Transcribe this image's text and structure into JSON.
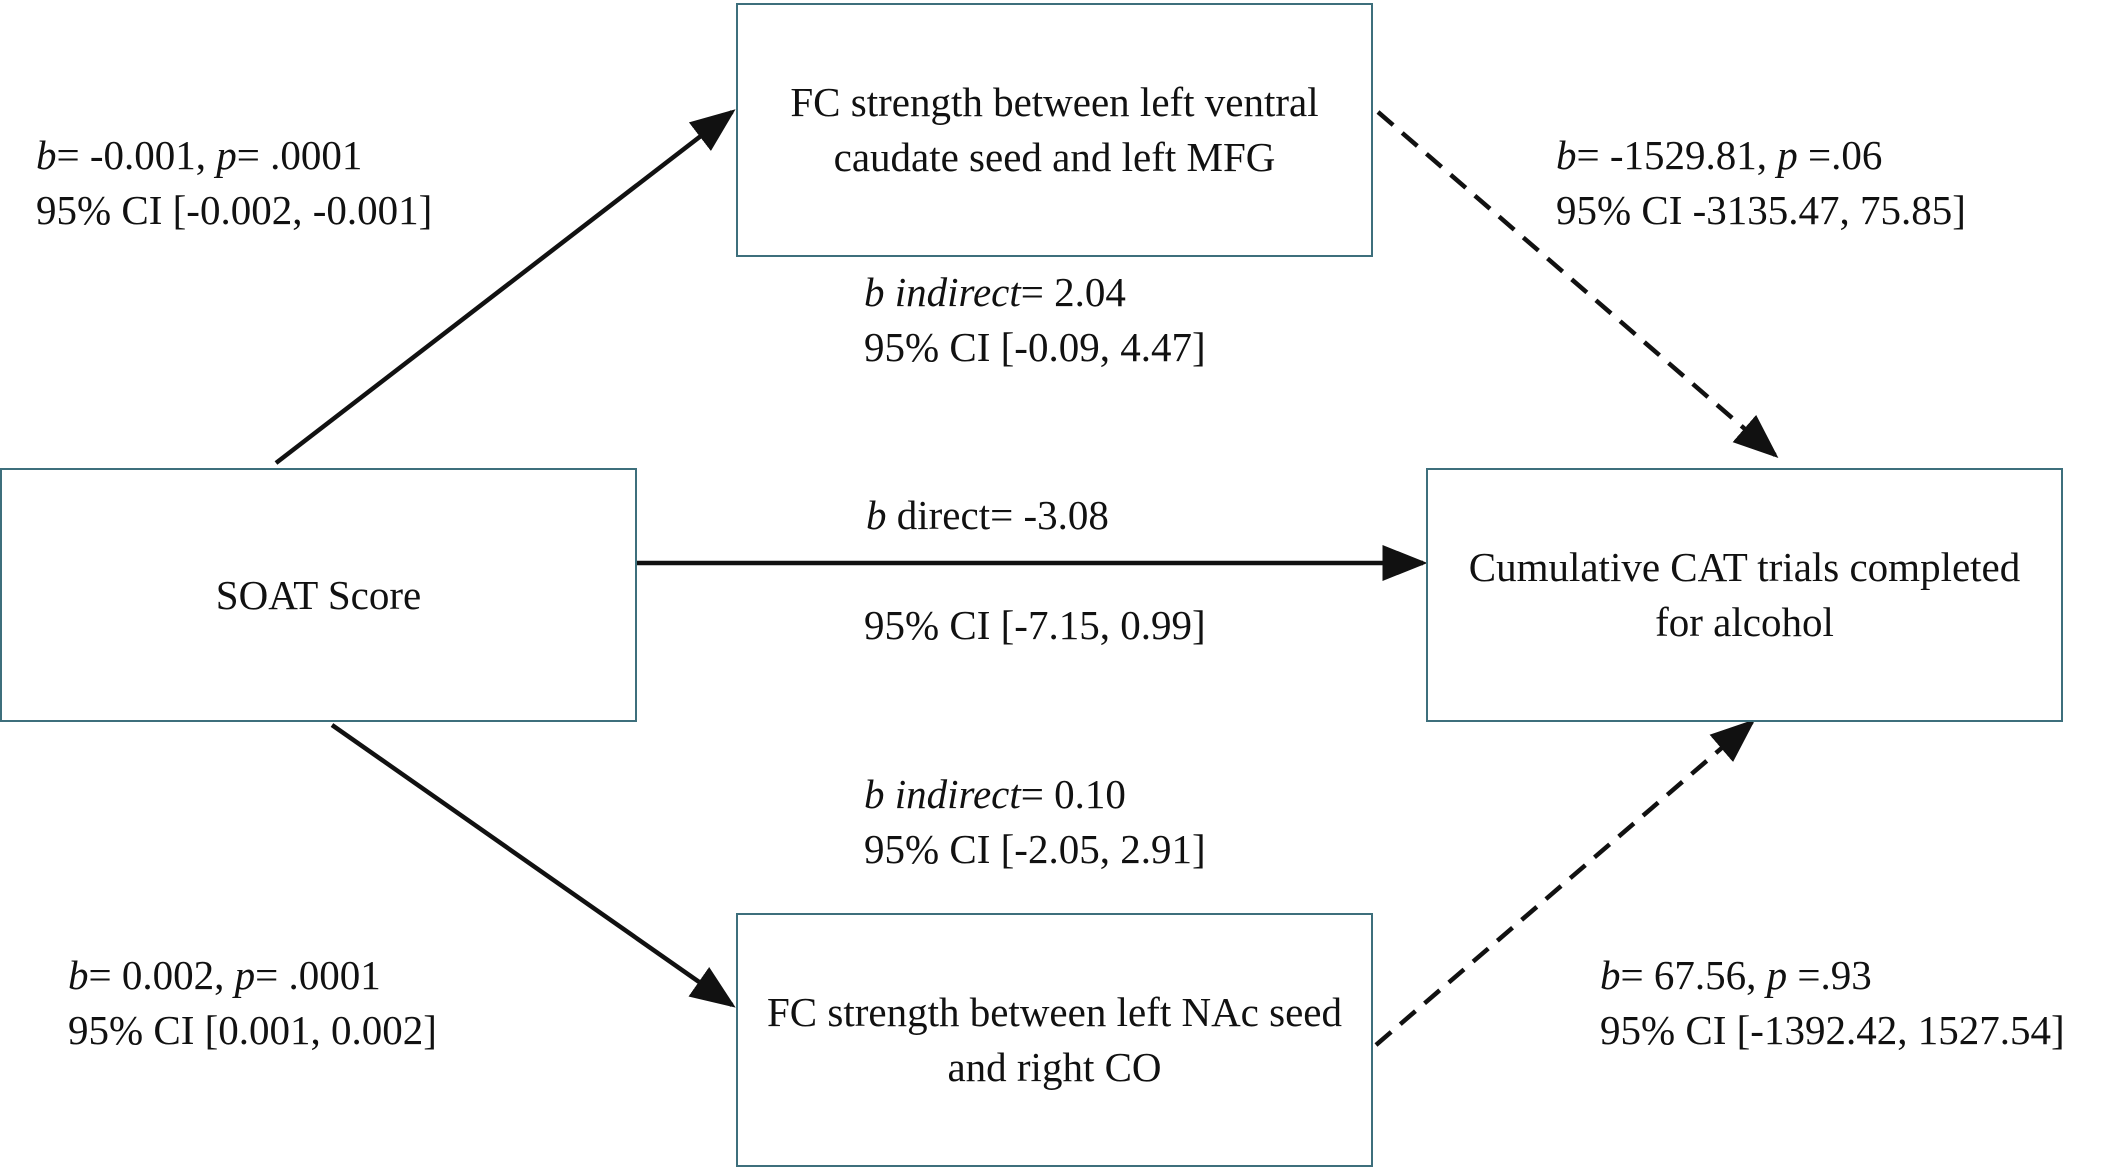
{
  "nodes": {
    "mediator_top": "FC strength between left ventral caudate seed and left MFG",
    "predictor": "SOAT Score",
    "outcome": "Cumulative CAT trials completed for alcohol",
    "mediator_bottom": "FC strength between left NAc seed and right CO"
  },
  "paths": {
    "a_top": {
      "b_sym": "b",
      "b_val": "= -0.001, ",
      "p_sym": "p",
      "p_val": "= .0001",
      "ci": "95% CI [-0.002, -0.001]"
    },
    "b_top": {
      "b_sym": "b",
      "b_val": "= -1529.81, ",
      "p_sym": "p",
      "p_val": " =.06",
      "ci": "95% CI -3135.47, 75.85]"
    },
    "indirect_top": {
      "b_sym": "b indirect",
      "b_val": "= 2.04",
      "ci": "95% CI [-0.09, 4.47]"
    },
    "direct": {
      "b_sym": "b",
      "b_val": " direct= -3.08",
      "ci": "95% CI [-7.15, 0.99]"
    },
    "indirect_bottom": {
      "b_sym": "b indirect",
      "b_val": "= 0.10",
      "ci": "95% CI [-2.05, 2.91]"
    },
    "a_bottom": {
      "b_sym": "b",
      "b_val": "= 0.002, ",
      "p_sym": "p",
      "p_val": "= .0001",
      "ci": "95% CI [0.001, 0.002]"
    },
    "b_bottom": {
      "b_sym": "b",
      "b_val": "= 67.56, ",
      "p_sym": "p",
      "p_val": " =.93",
      "ci": "95% CI [-1392.42, 1527.54]"
    }
  },
  "colors": {
    "box_border": "#3d6f7c",
    "arrow": "#111111"
  }
}
